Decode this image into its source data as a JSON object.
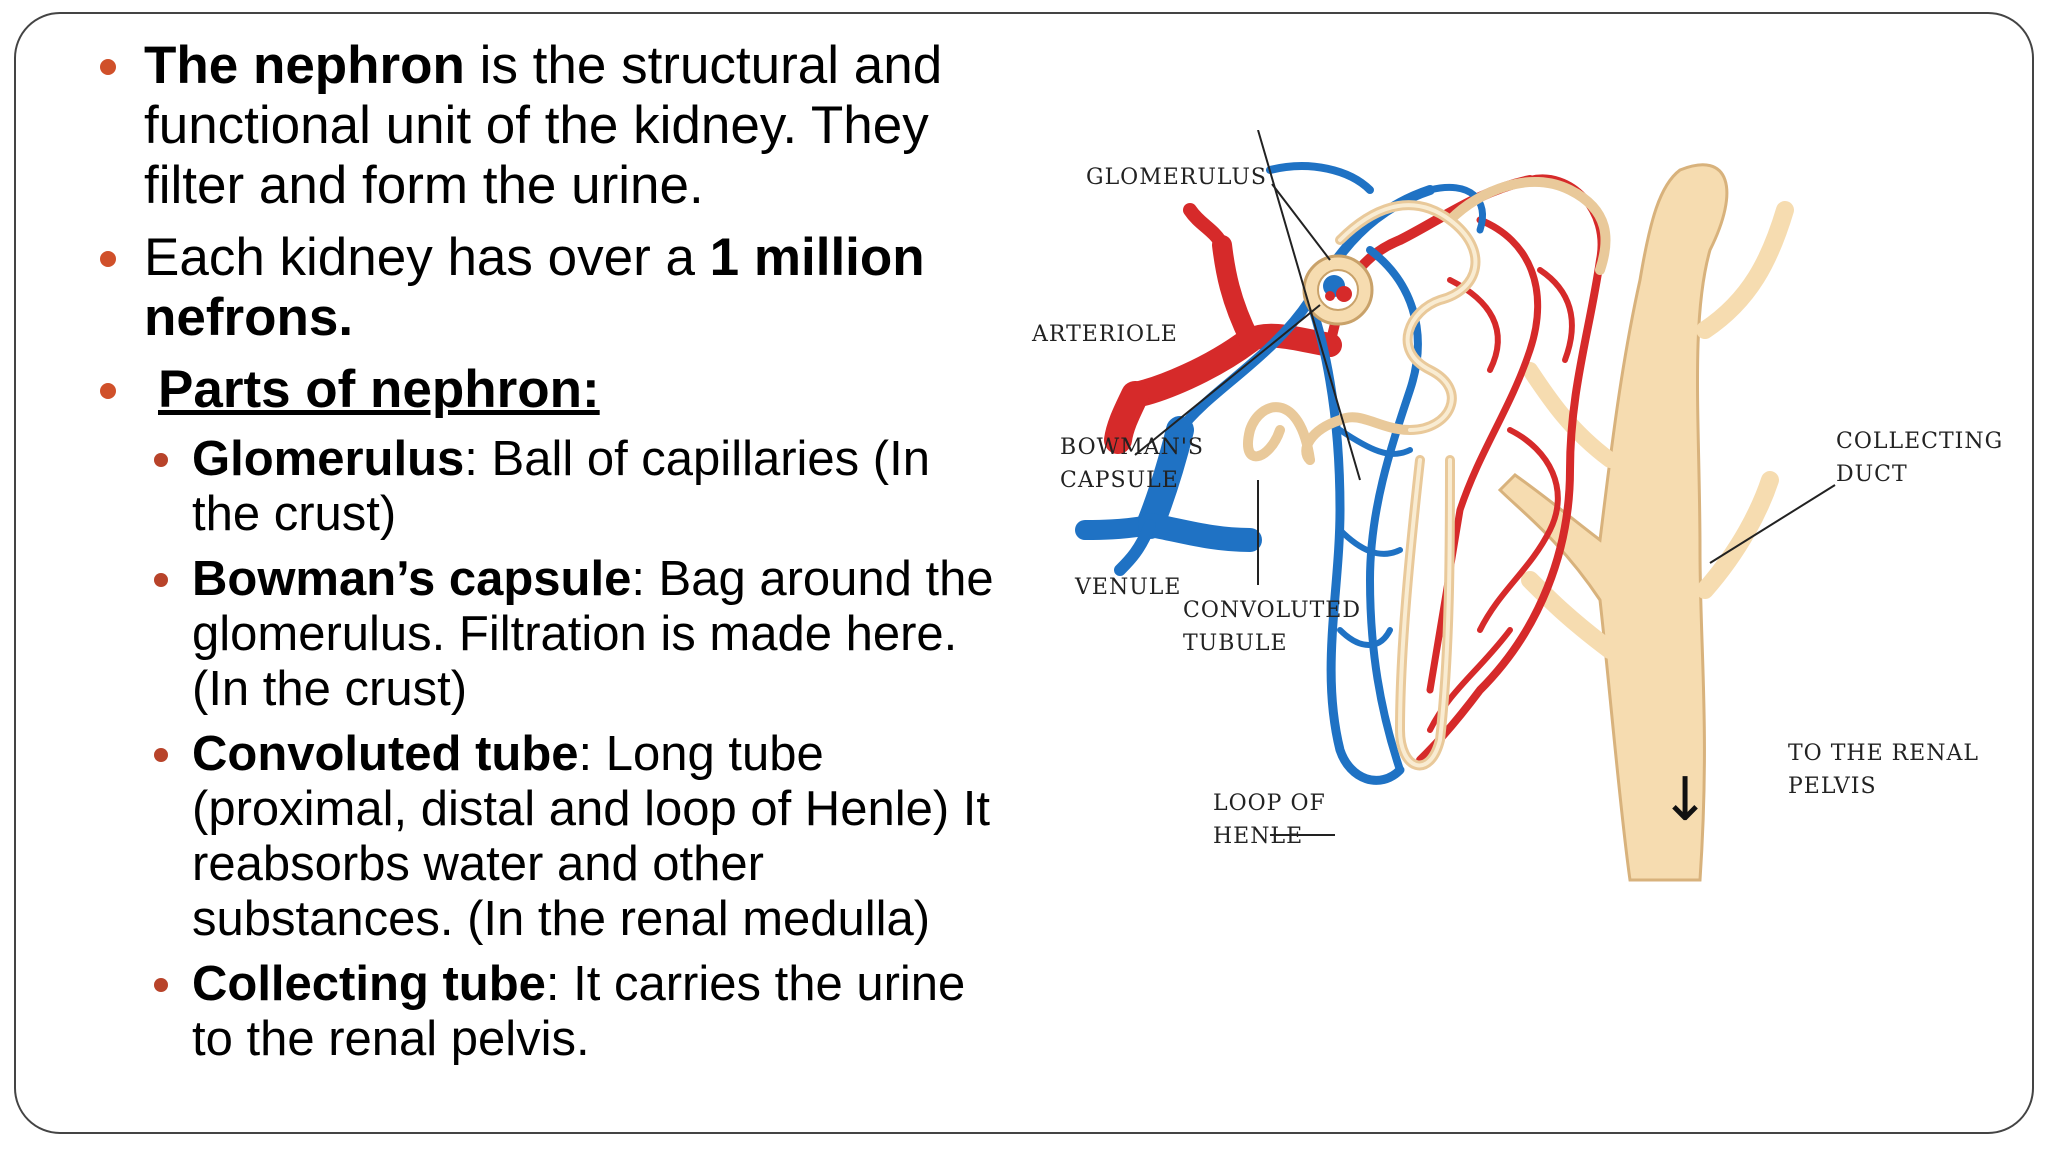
{
  "bullets": {
    "b1": {
      "bold": "The nephron",
      "text": " is the structural and functional unit of the kidney. They filter and form the urine."
    },
    "b2": {
      "text": "Each kidney has over  a ",
      "bold": "1 million nefrons."
    },
    "b3": {
      "heading": "Parts of  nephron:"
    }
  },
  "parts": [
    {
      "term": "Glomerulus",
      "desc": ":  Ball of capillaries (In the crust)"
    },
    {
      "term": "Bowman’s capsule",
      "desc": ": Bag around the glomerulus. Filtration is made here. (In the crust)"
    },
    {
      "term": "Convoluted tube",
      "desc": ":  Long tube (proximal, distal and loop of Henle) It reabsorbs water and other substances. (In the renal medulla)"
    },
    {
      "term": "Collecting tube",
      "desc": ":  It carries the urine to the renal pelvis."
    }
  ],
  "diagram_labels": {
    "glomerulus": "GLOMERULUS",
    "arteriole": "ARTERIOLE",
    "bowmans_1": "BOWMAN'S",
    "bowmans_2": "CAPSULE",
    "venule": "VENULE",
    "convoluted_1": "CONVOLUTED",
    "convoluted_2": "TUBULE",
    "loop_1": "LOOP OF",
    "loop_2": "HENLE",
    "collecting_1": "COLLECTING",
    "collecting_2": "DUCT",
    "pelvis_1": "TO THE RENAL",
    "pelvis_2": "PELVIS"
  },
  "colors": {
    "bullet": "#d0502a",
    "artery": "#d62a2a",
    "vein": "#1f72c4",
    "tubule": "#f6dcb0"
  }
}
